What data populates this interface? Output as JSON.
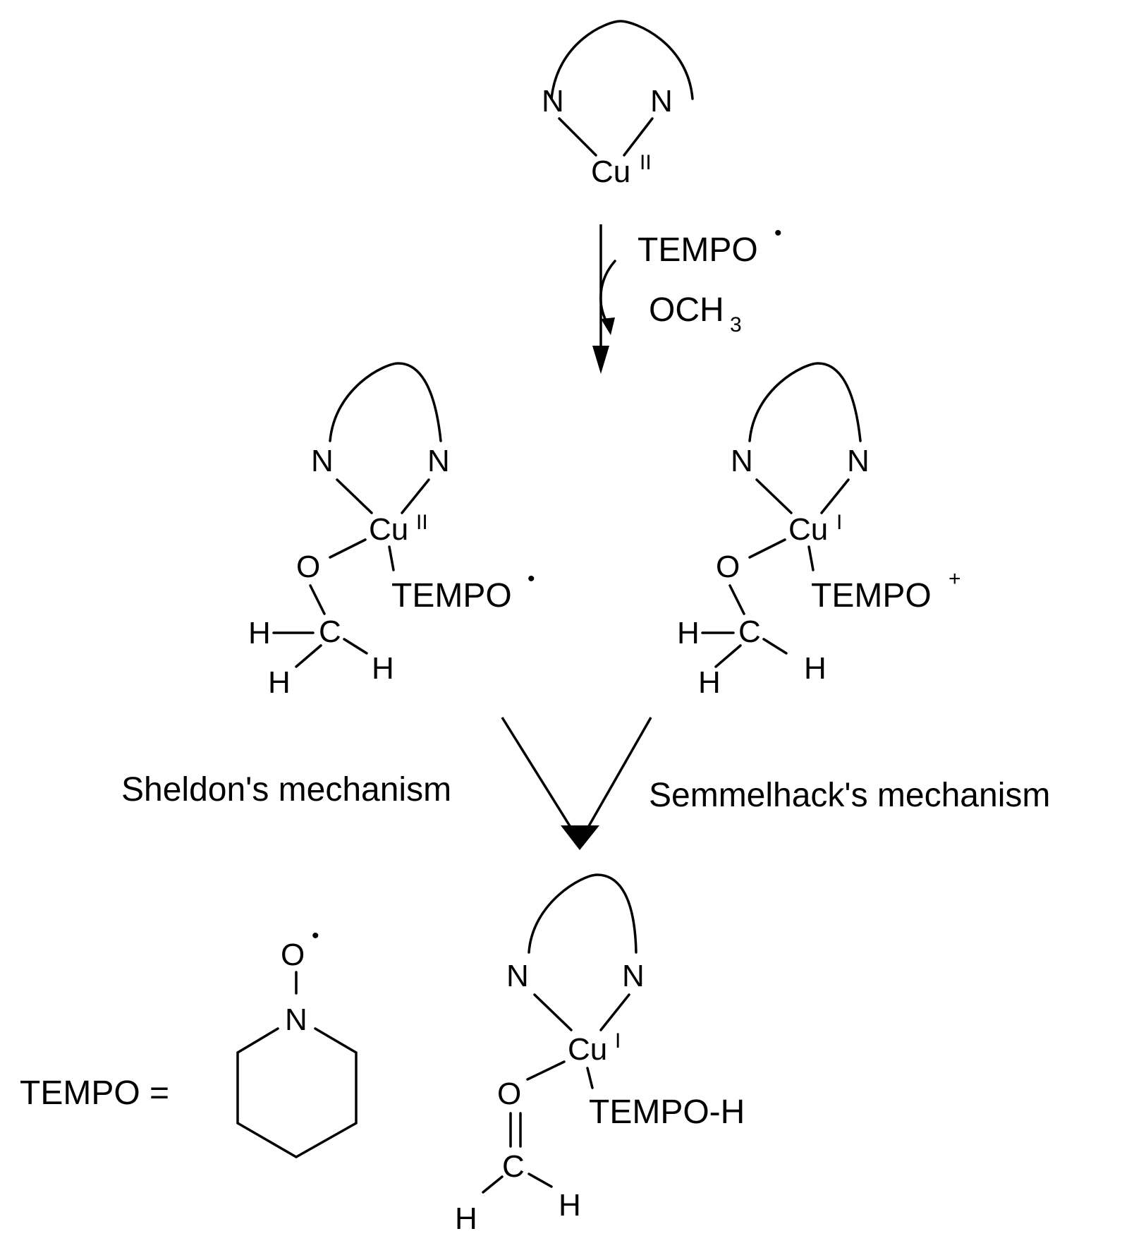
{
  "atoms": {
    "N": "N",
    "Cu": "Cu",
    "O": "O",
    "C": "C",
    "H": "H"
  },
  "oxidation_states": {
    "II": "II",
    "I": "I"
  },
  "reagents": {
    "tempo": "TEMPO",
    "radical_dot": "•",
    "och": "OCH",
    "sub3": "3"
  },
  "ligands": {
    "tempo_radical": "TEMPO",
    "tempo_cation": "TEMPO",
    "plus": "+",
    "tempo_h": "TEMPO-H"
  },
  "mechanisms": {
    "sheldon": "Sheldon's mechanism",
    "semmelhack": "Semmelhack's mechanism"
  },
  "legend": {
    "tempo_equals": "TEMPO ="
  }
}
